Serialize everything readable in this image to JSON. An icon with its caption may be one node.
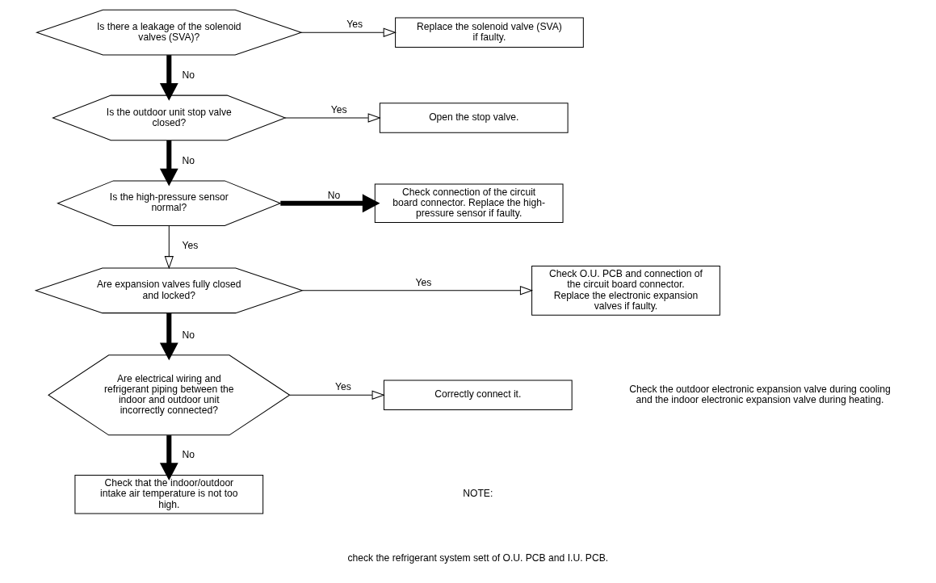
{
  "diagram": {
    "nodes": [
      {
        "text": [
          "Is there a leakage of the solenoid valves (SVA)?"
        ]
      },
      {
        "text": [
          "Replace the solenoid valve (SVA) if faulty."
        ]
      },
      {
        "text": [
          "Is the outdoor unit stop valve closed?"
        ]
      },
      {
        "text": [
          "Open the stop valve."
        ]
      },
      {
        "text": [
          "Is the high-pressure sensor normal?"
        ]
      },
      {
        "text": [
          "Check connection of the circuit board connector. Replace the high-pressure sensor if faulty."
        ]
      },
      {
        "text": [
          "Are expansion valves fully closed and locked?"
        ]
      },
      {
        "text": [
          "Check O.U. PCB and connection of the circuit board connector. Replace the electronic expansion valves if faulty."
        ]
      },
      {
        "text": [
          "Are electrical wiring and refrigerant piping between the indoor and outdoor unit incorrectly connected?"
        ]
      },
      {
        "text": [
          "Correctly connect it."
        ]
      },
      {
        "text": [
          "Check that the indoor/outdoor intake air temperature is not too high."
        ]
      }
    ],
    "edges": [
      {
        "from": 0,
        "to": 1,
        "arrow": "to",
        "label": "Yes"
      },
      {
        "from": 0,
        "to": 2,
        "arrow": "to",
        "label": "No",
        "style": "thick"
      },
      {
        "from": 2,
        "to": 3,
        "arrow": "to",
        "label": "Yes"
      },
      {
        "from": 2,
        "to": 4,
        "arrow": "to",
        "label": "No",
        "style": "thick"
      },
      {
        "from": 4,
        "to": 5,
        "arrow": "to",
        "label": "No",
        "style": "thick"
      },
      {
        "from": 4,
        "to": 6,
        "arrow": "to",
        "label": "Yes"
      },
      {
        "from": 6,
        "to": 7,
        "arrow": "to",
        "label": "Yes"
      },
      {
        "from": 6,
        "to": 8,
        "arrow": "to",
        "label": "No",
        "style": "thick"
      },
      {
        "from": 8,
        "to": 9,
        "arrow": "to",
        "label": "Yes"
      },
      {
        "from": 8,
        "to": 10,
        "arrow": "to",
        "label": "No",
        "style": "thick"
      }
    ],
    "labels": [
      "Check the outdoor electronic expansion valve during cooling and the indoor electronic expansion valve during heating.",
      "NOTE:",
      "check the refrigerant system sett of O.U. PCB and I.U. PCB."
    ]
  }
}
